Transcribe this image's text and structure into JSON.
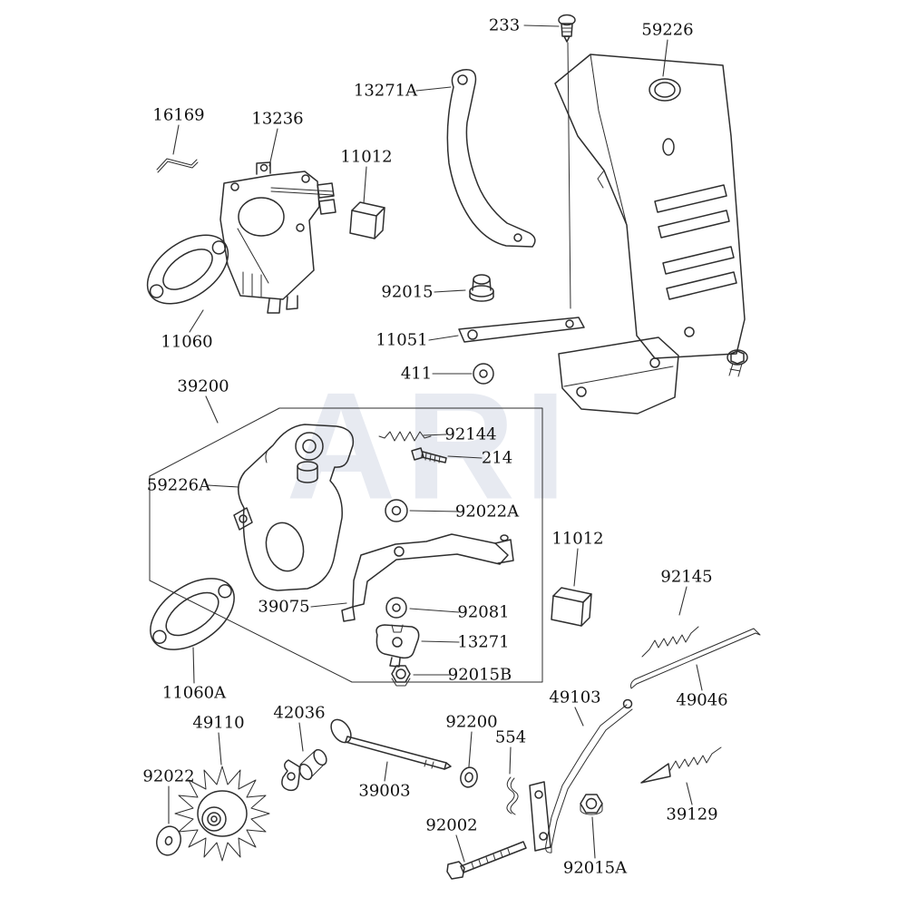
{
  "watermark": "ARI",
  "colors": {
    "line": "#2e2e2e",
    "label_text": "#111111",
    "watermark": "#e7eaf1",
    "background": "#ffffff"
  },
  "labels": [
    {
      "text": "233"
    },
    {
      "text": "59226"
    },
    {
      "text": "13271A"
    },
    {
      "text": "16169"
    },
    {
      "text": "13236"
    },
    {
      "text": "11012"
    },
    {
      "text": "92015"
    },
    {
      "text": "11051"
    },
    {
      "text": "411"
    },
    {
      "text": "11060"
    },
    {
      "text": "39200"
    },
    {
      "text": "92144"
    },
    {
      "text": "214"
    },
    {
      "text": "59226A"
    },
    {
      "text": "92022A"
    },
    {
      "text": "11012"
    },
    {
      "text": "92145"
    },
    {
      "text": "39075"
    },
    {
      "text": "92081"
    },
    {
      "text": "13271"
    },
    {
      "text": "92015B"
    },
    {
      "text": "11060A"
    },
    {
      "text": "49103"
    },
    {
      "text": "49046"
    },
    {
      "text": "49110"
    },
    {
      "text": "42036"
    },
    {
      "text": "92200"
    },
    {
      "text": "554"
    },
    {
      "text": "92022"
    },
    {
      "text": "39003"
    },
    {
      "text": "92002"
    },
    {
      "text": "92015A"
    },
    {
      "text": "39129"
    }
  ]
}
